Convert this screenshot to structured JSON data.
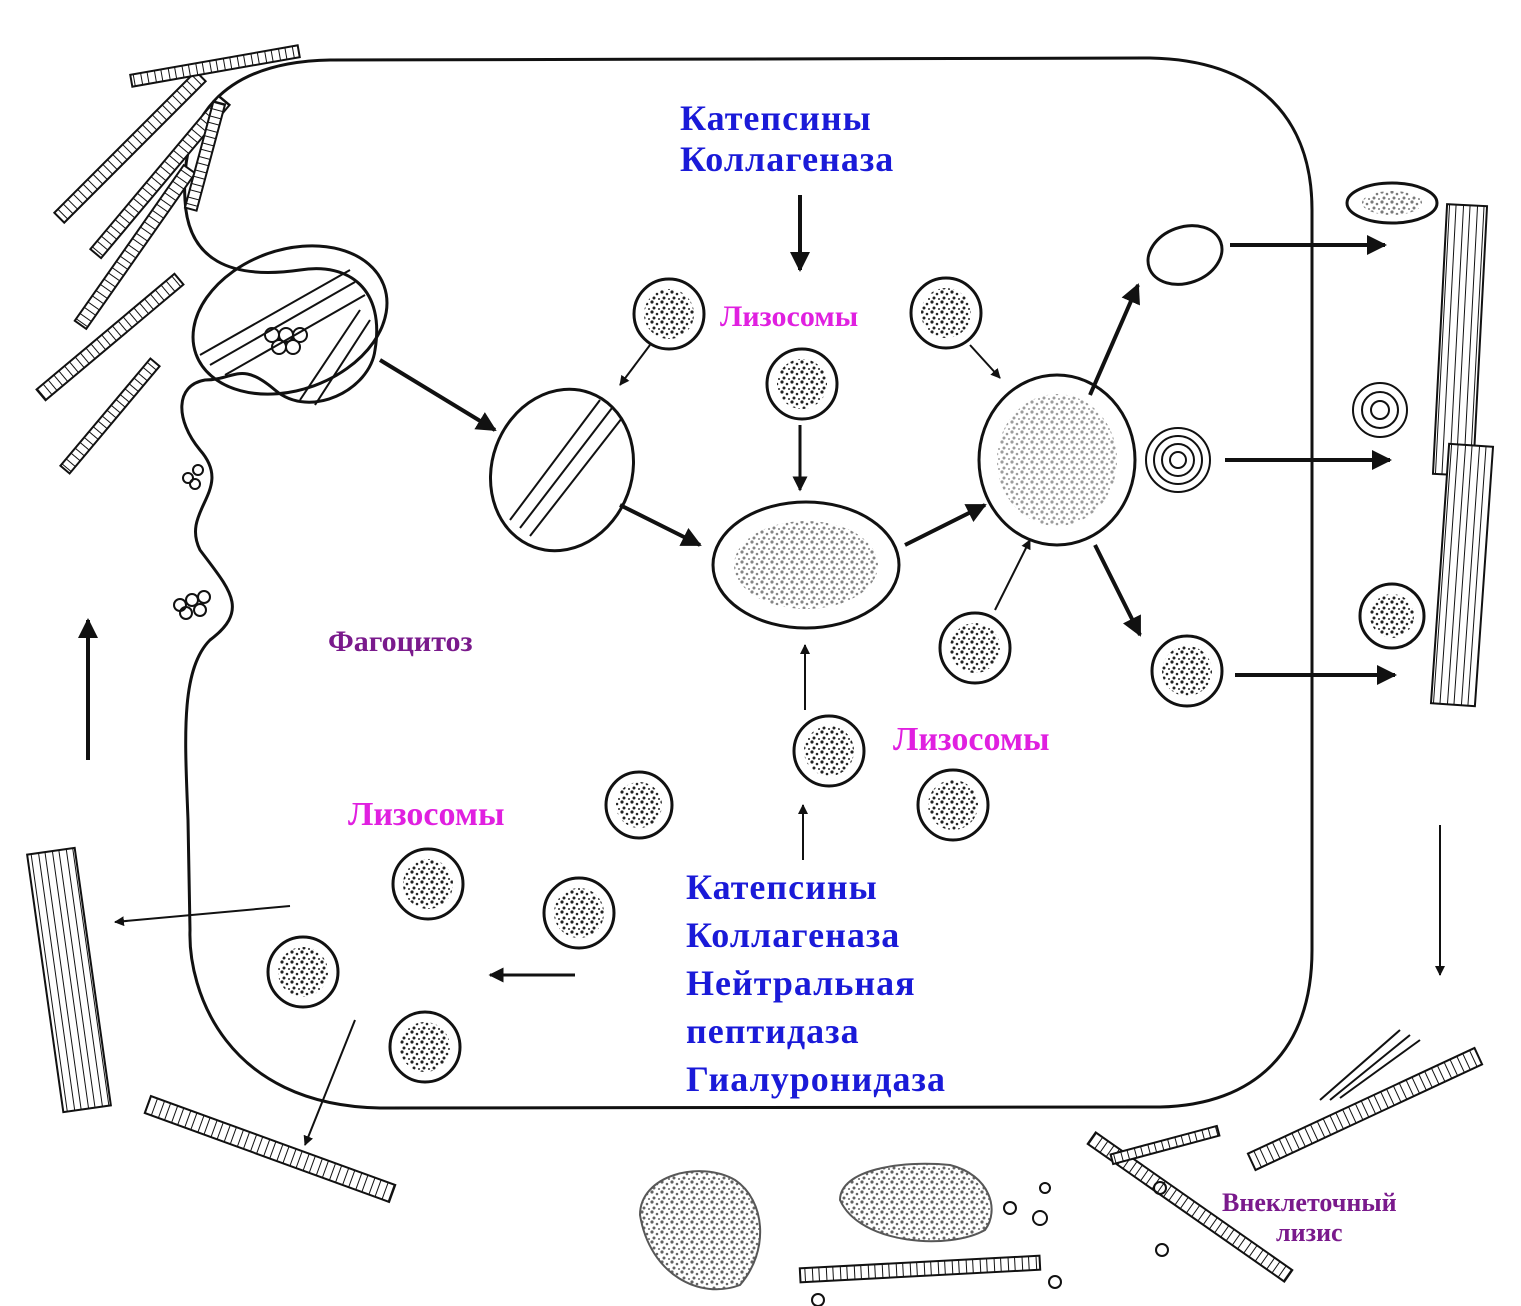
{
  "labels": {
    "enzymes_top": [
      "Катепсины",
      "Коллагеназа"
    ],
    "lysosomes_top": "Лизосомы",
    "lysosomes_right": "Лизосомы",
    "lysosomes_left": "Лизосомы",
    "phagocytosis": "Фагоцитоз",
    "enzymes_bottom": [
      "Катепсины",
      "Коллагеназа",
      "Нейтральная",
      "пептидаза",
      "Гиалуронидаза"
    ],
    "extracellular_lysis": [
      "Внеклеточный",
      "лизис"
    ]
  },
  "colors": {
    "enzyme_text": "#1a1ad8",
    "lysosome_text": "#e020e0",
    "process_text": "#7a1a8c",
    "line": "#111111"
  }
}
